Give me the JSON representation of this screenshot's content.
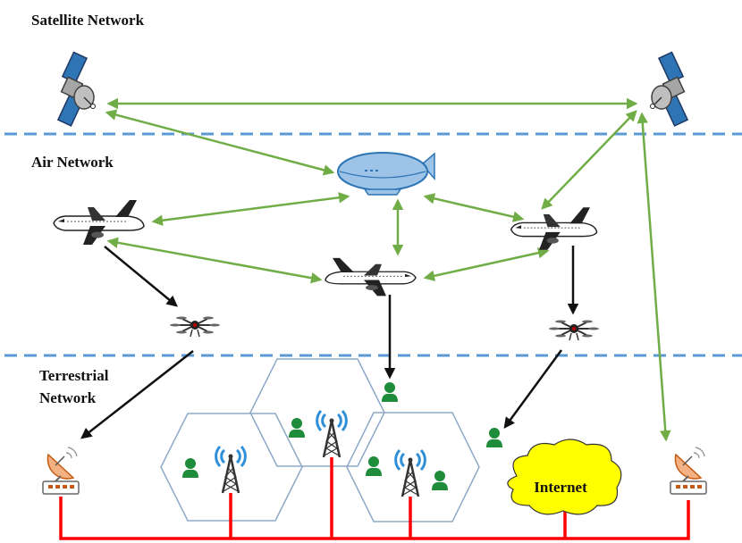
{
  "labels": {
    "satellite": "Satellite Network",
    "air": "Air Network",
    "terrestrial_line1": "Terrestrial",
    "terrestrial_line2": "Network",
    "internet": "Internet"
  },
  "colors": {
    "layer_divider": "#5b9bd5",
    "wireless_link": "#70ad47",
    "downlink": "#111111",
    "wired_link": "#ff0000",
    "cell_outline": "#8ea9c8",
    "user": "#1e8c3a",
    "antenna_wave": "#2e8fd8",
    "internet_cloud": "#ffff00",
    "airship": "#9dc3e6",
    "satellite_panel": "#2e75b6",
    "ground_station": "#f4b183"
  },
  "icons": [
    "satellite-icon",
    "airship-icon",
    "airplane-icon",
    "drone-icon",
    "cell-tower-icon",
    "user-icon",
    "ground-station-icon",
    "cloud-icon"
  ]
}
